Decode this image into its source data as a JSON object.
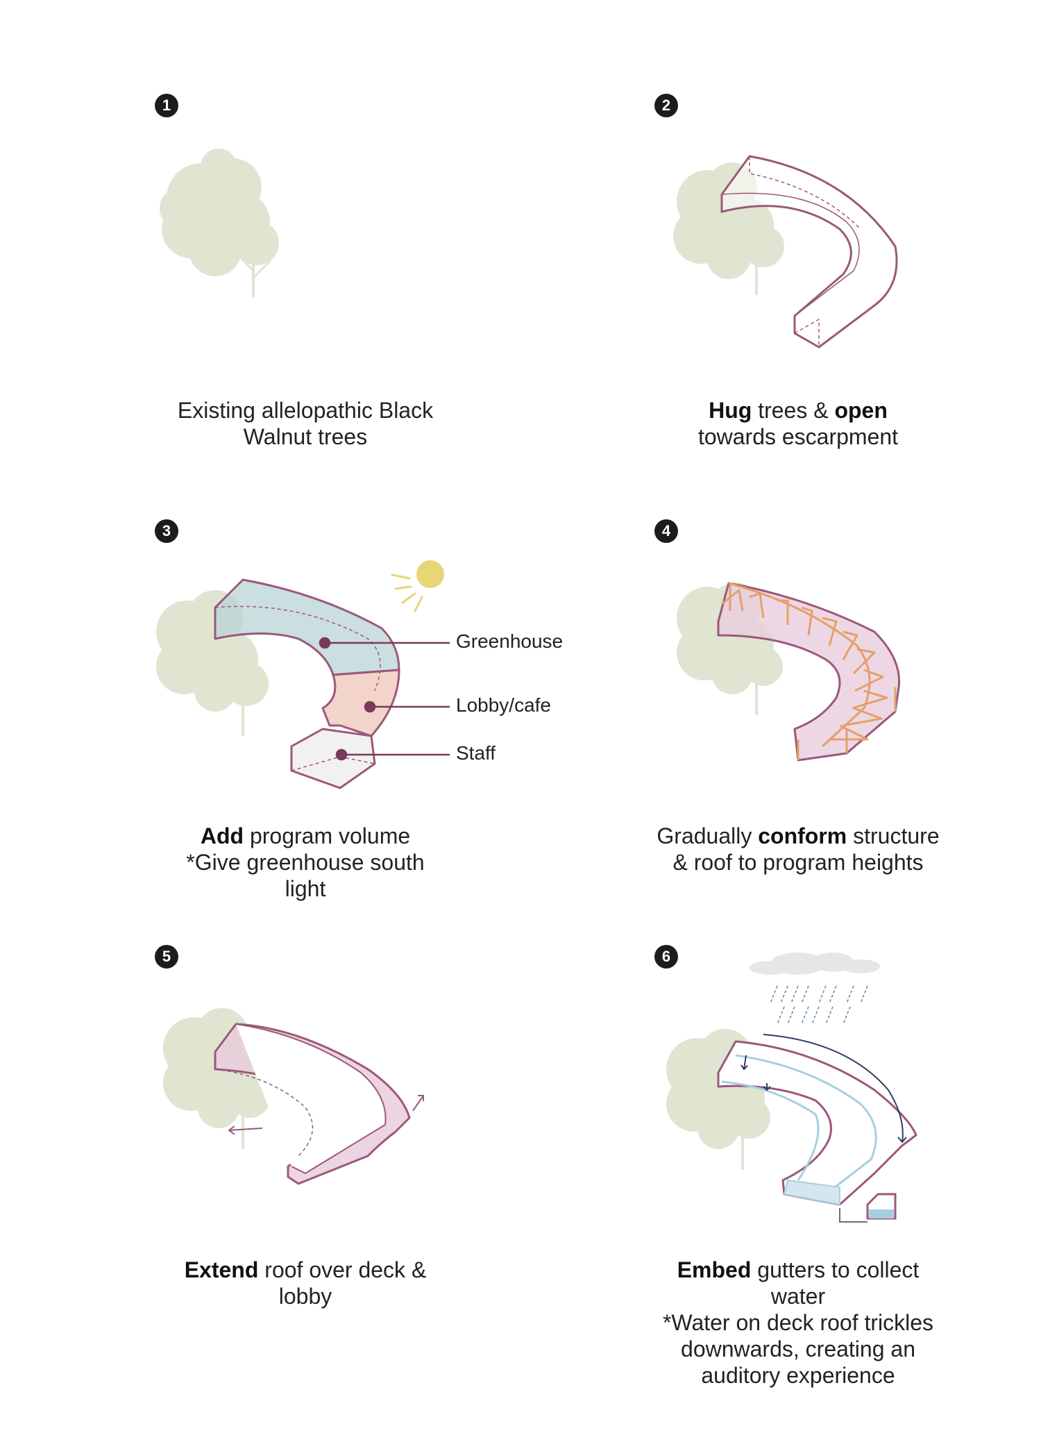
{
  "colors": {
    "outline": "#9b5878",
    "tree": "#dfe5d1",
    "greenhouse_fill": "#b9d3d6",
    "lobby_fill": "#f0cdc1",
    "staff_fill": "#f1eff0",
    "roof_fill": "#eacddd",
    "structure": "#e3a06b",
    "sun": "#e8d576",
    "water": "#a6cfe1",
    "arrow_dark": "#2d3d66",
    "cloud": "#e6e6e6",
    "rain": "#5f86a6",
    "step_badge": "#1c1c1c"
  },
  "steps": [
    {
      "number": "1",
      "caption": {
        "line1": "Existing allelopathic Black",
        "line2": "Walnut trees"
      }
    },
    {
      "number": "2",
      "caption": {
        "line1_bold_a": "Hug",
        "line1_text_a": " trees & ",
        "line1_bold_b": "open",
        "line2": "towards escarpment"
      }
    },
    {
      "number": "3",
      "caption": {
        "line1_bold": "Add",
        "line1_text": " program volume",
        "line2": "*Give greenhouse south",
        "line3": "light"
      },
      "labels": {
        "greenhouse": "Greenhouse",
        "lobby": "Lobby/cafe",
        "staff": "Staff"
      }
    },
    {
      "number": "4",
      "caption": {
        "line1_text_a": "Gradually ",
        "line1_bold": "conform",
        "line1_text_b": " structure",
        "line2": "& roof to program heights"
      }
    },
    {
      "number": "5",
      "caption": {
        "line1_bold": "Extend",
        "line1_text": " roof over deck &",
        "line2": "lobby"
      }
    },
    {
      "number": "6",
      "caption": {
        "line1_bold": "Embed",
        "line1_text": " gutters to collect",
        "line2": "water",
        "line3": "*Water on deck roof trickles",
        "line4": "downwards, creating an",
        "line5": "auditory experience"
      }
    }
  ]
}
